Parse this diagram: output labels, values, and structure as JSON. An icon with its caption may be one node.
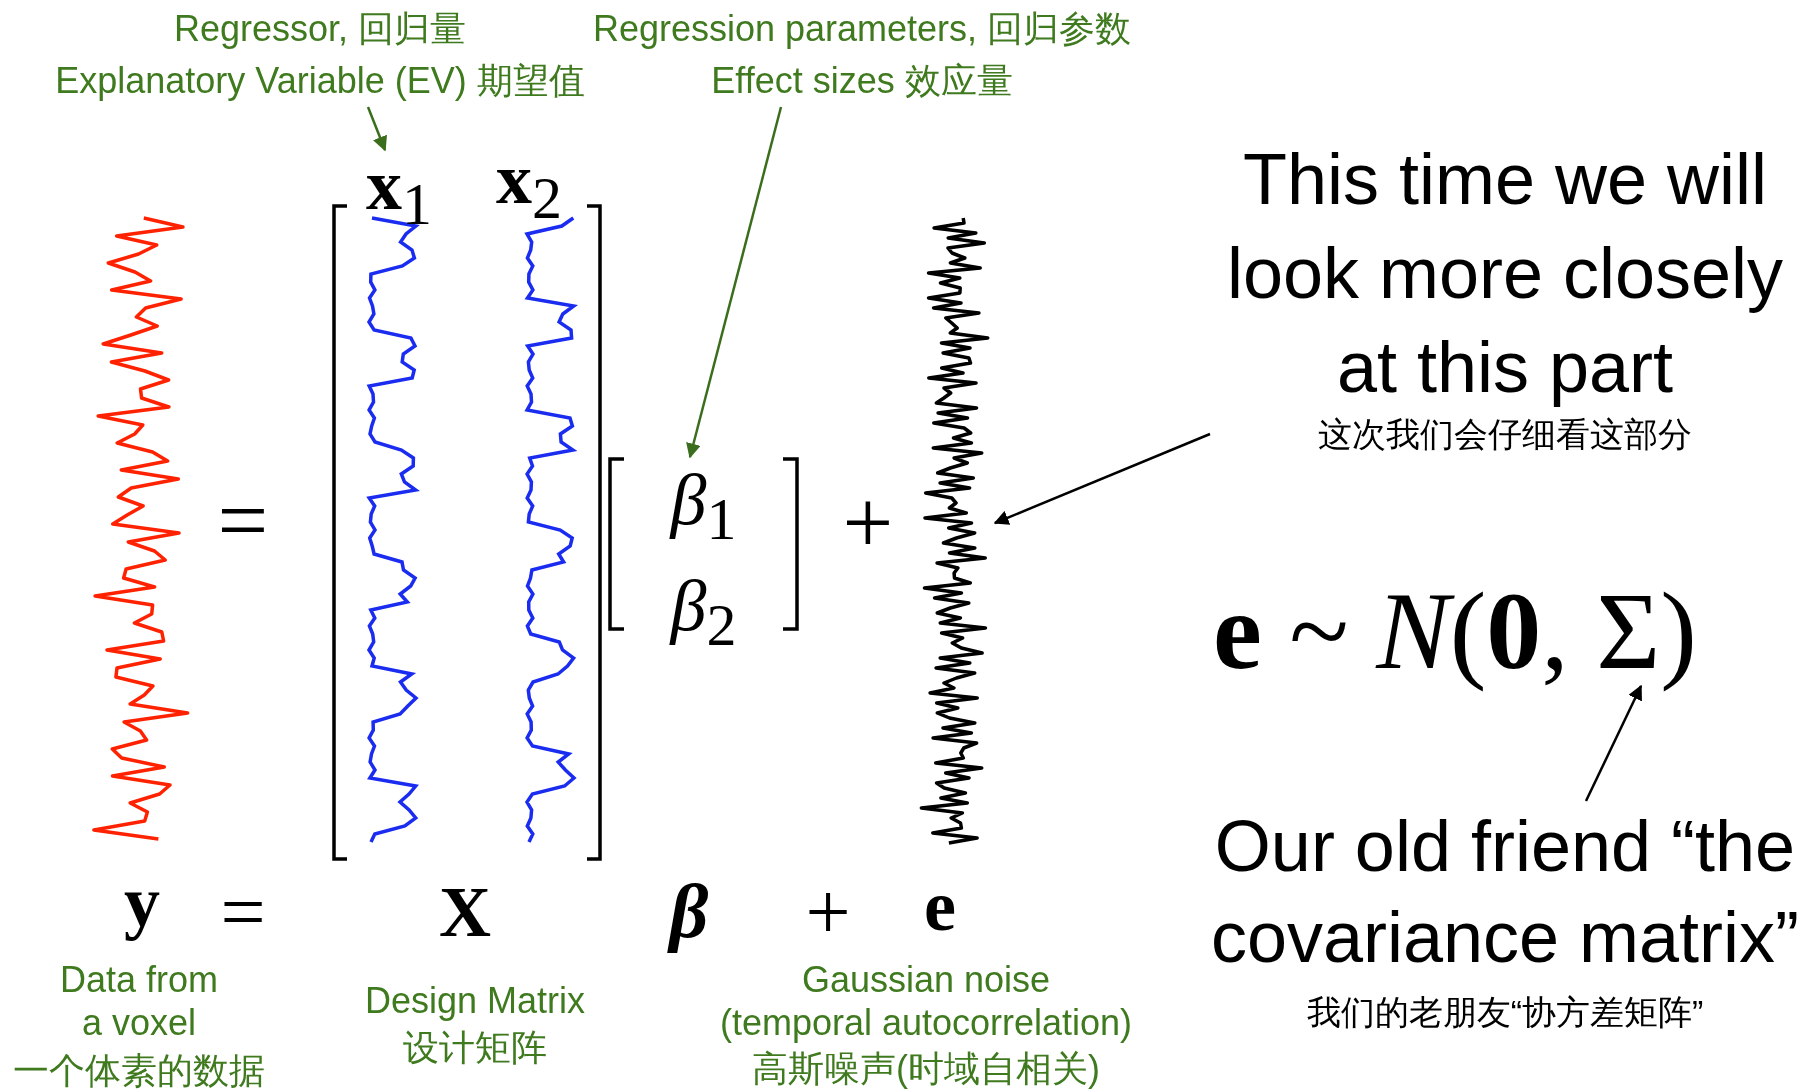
{
  "diagram": {
    "nodes": [
      {
        "text": [
          "Regressor, 回归量",
          "Explanatory Variable (EV) 期望值"
        ]
      },
      {
        "text": [
          "**x**$_{1}$"
        ]
      },
      {
        "text": [
          "Regression parameters, 回归参数",
          "Effect sizes 效应量"
        ]
      },
      {
        "text": [
          "*β*$_{1}$",
          "*β*$_{2}$"
        ]
      },
      {
        "text": [
          "This time we will look more closely at this part",
          "这次我们会仔细看这部分"
        ]
      },
      {
        "text": [],
        "shape": "picture"
      },
      {
        "text": [
          "**e** ~ *N*(**0**, Σ)"
        ]
      },
      {
        "text": [
          "Our old friend “the covariance matrix”",
          "我们的老朋友“协方差矩阵”"
        ]
      }
    ],
    "edges": [
      {
        "from": 0,
        "to": 1,
        "arrow": "to",
        "color": "#3b6e1c"
      },
      {
        "from": 2,
        "to": 3,
        "arrow": "to",
        "color": "#3b6e1c"
      },
      {
        "from": 4,
        "to": 5,
        "arrow": "to",
        "color": "#000000"
      },
      {
        "from": 7,
        "to": 6,
        "arrow": "to",
        "color": "#000000"
      }
    ],
    "labels": [
      "**x**$_{2}$",
      "=",
      "+",
      "y",
      "=",
      "X",
      "β",
      "+",
      "e",
      "Data from a voxel",
      "一个体素的数据",
      "Design Matrix",
      "设计矩阵",
      "Gaussian noise",
      "(temporal autocorrelation)",
      "高斯噪声(时域自相关)"
    ]
  }
}
